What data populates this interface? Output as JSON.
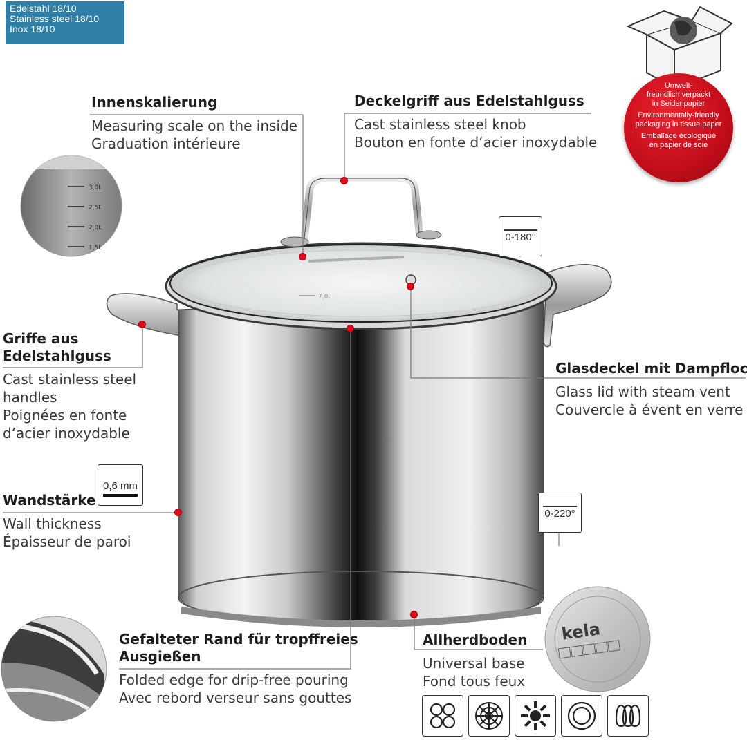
{
  "material": {
    "line1": "Edelstahl 18/10",
    "line2": "Stainless steel 18/10",
    "line3": "Inox 18/10"
  },
  "eco": {
    "de1": "Umwelt-",
    "de2": "freundlich verpackt",
    "de3": "in Seidenpapier",
    "en1": "Environmentally-friendly",
    "en2": "packaging in tissue paper",
    "fr1": "Emballage écologique",
    "fr2": "en papier de soie"
  },
  "scale": {
    "marks": [
      "3,0L",
      "2,5L",
      "2,0L",
      "1,5L"
    ],
    "lid_mark": "7,0L"
  },
  "features": {
    "scale": {
      "title": "Innenskalierung",
      "en": "Measuring scale on the inside",
      "fr": "Graduation intérieure"
    },
    "knob": {
      "title": "Deckelgriff aus Edelstahlguss",
      "en": "Cast stainless steel knob",
      "fr": "Bouton en fonte d‘acier inoxydable"
    },
    "handles": {
      "title1": "Griffe aus",
      "title2": "Edelstahlguss",
      "en1": "Cast stainless steel",
      "en2": "handles",
      "fr1": "Poignées en fonte",
      "fr2": "d‘acier inoxydable"
    },
    "lid": {
      "title": "Glasdeckel mit Dampfloch",
      "en": "Glass lid with steam vent",
      "fr": "Couvercle à évent en verre"
    },
    "wall": {
      "title": "Wandstärke",
      "en": "Wall thickness",
      "fr": "Épaisseur de paroi",
      "badge": "0,6 mm"
    },
    "rim": {
      "title1": "Gefalteter Rand für tropffreies",
      "title2": "Ausgießen",
      "en": "Folded edge for drip-free pouring",
      "fr": "Avec rebord verseur sans gouttes"
    },
    "base": {
      "title": "Allherdboden",
      "en": "Universal base",
      "fr": "Fond tous feux",
      "brand": "kela"
    }
  },
  "temps": {
    "lid": "0-180°",
    "pot": "0-220°"
  },
  "base_icons": [
    "electric-hob-icon",
    "ceramic-hob-icon",
    "gas-hob-icon",
    "halogen-hob-icon",
    "induction-hob-icon"
  ],
  "colors": {
    "accent_red": "#e00a1a",
    "material_blue": "#2f7fa6"
  }
}
